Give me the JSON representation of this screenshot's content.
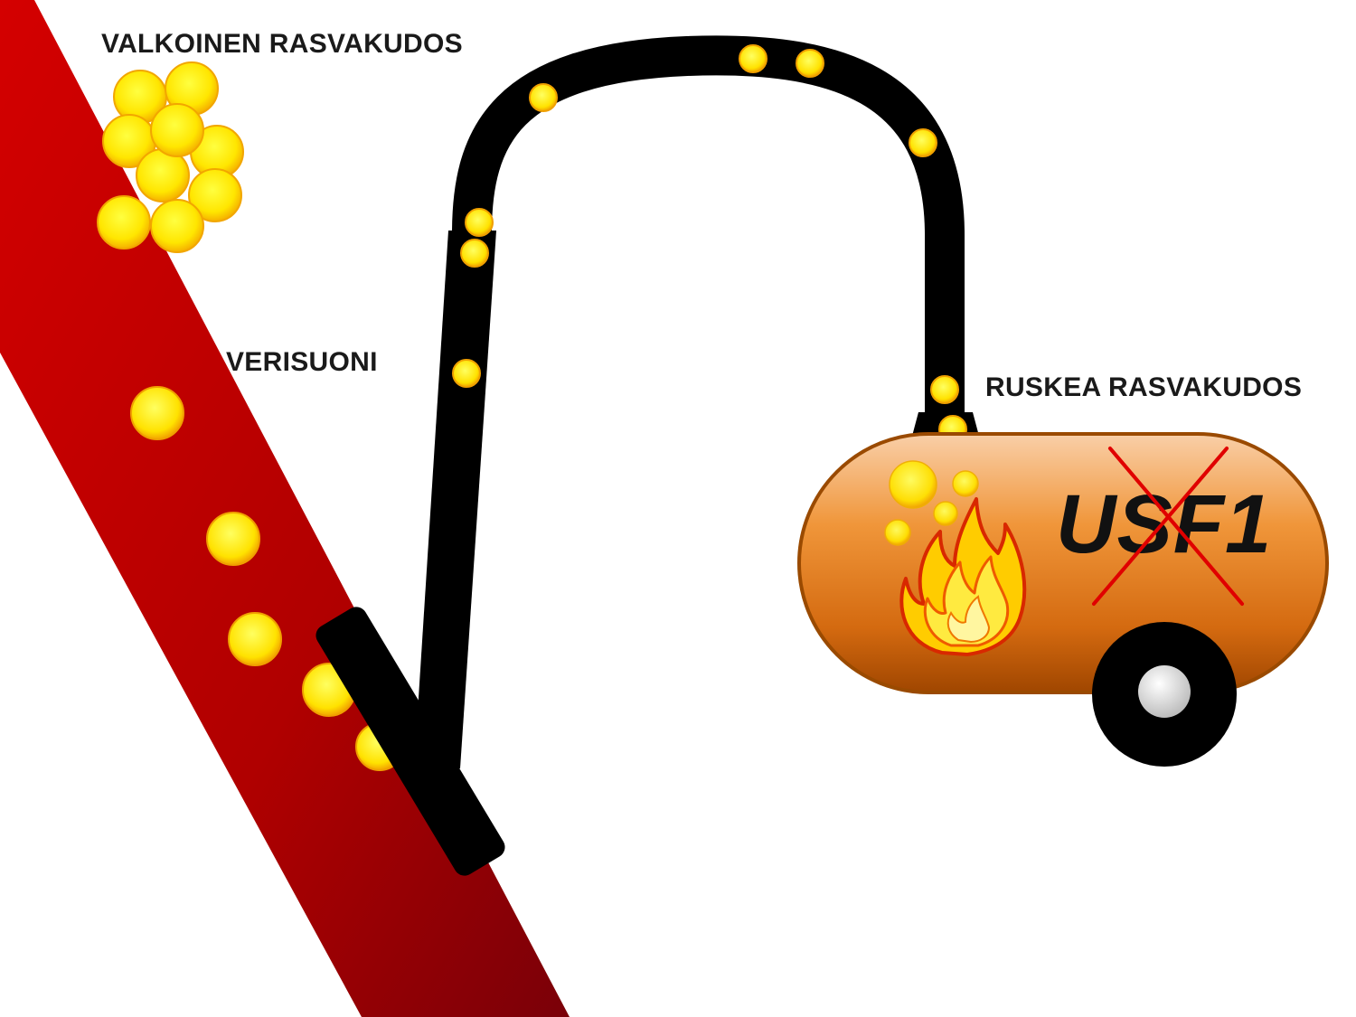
{
  "labels": {
    "white_fat": "VALKOINEN RASVAKUDOS",
    "blood_vessel": "VERISUONI",
    "brown_fat": "RUSKEA RASVAKUDOS"
  },
  "gene": {
    "text": "USF1",
    "crossed_out": true,
    "cross_color": "#e00000"
  },
  "colors": {
    "vessel_light": "#d40000",
    "vessel_dark": "#7a0008",
    "fat_droplet": "#ffee00",
    "fat_droplet_edge": "#f5a800",
    "hose": "#000000",
    "tank_light": "#f7c49a",
    "tank_mid": "#ee8a30",
    "tank_dark": "#a54a00",
    "flame_outer": "#e83000",
    "flame_inner": "#ffd000"
  },
  "icons": {
    "flame": "flame-icon",
    "cross": "cross-out-icon",
    "wheel": "wheel-icon"
  }
}
